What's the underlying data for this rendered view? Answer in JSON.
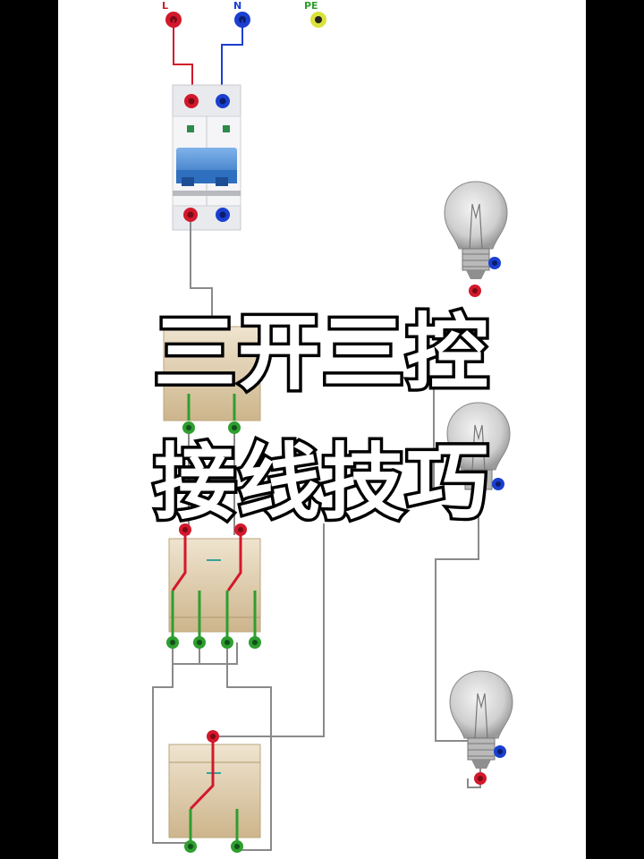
{
  "terminals": {
    "live": "L",
    "neutral": "N",
    "earth": "PE"
  },
  "title": {
    "line1": "三开三控",
    "line2": "接线技巧"
  },
  "colors": {
    "live": "#d3182b",
    "neutral": "#1a3fd1",
    "earth": "#2e9e2e",
    "wire_gray": "#8a8a8a",
    "switch_plate": "#d8c3a0",
    "breaker_blue": "#4a8fd6"
  }
}
